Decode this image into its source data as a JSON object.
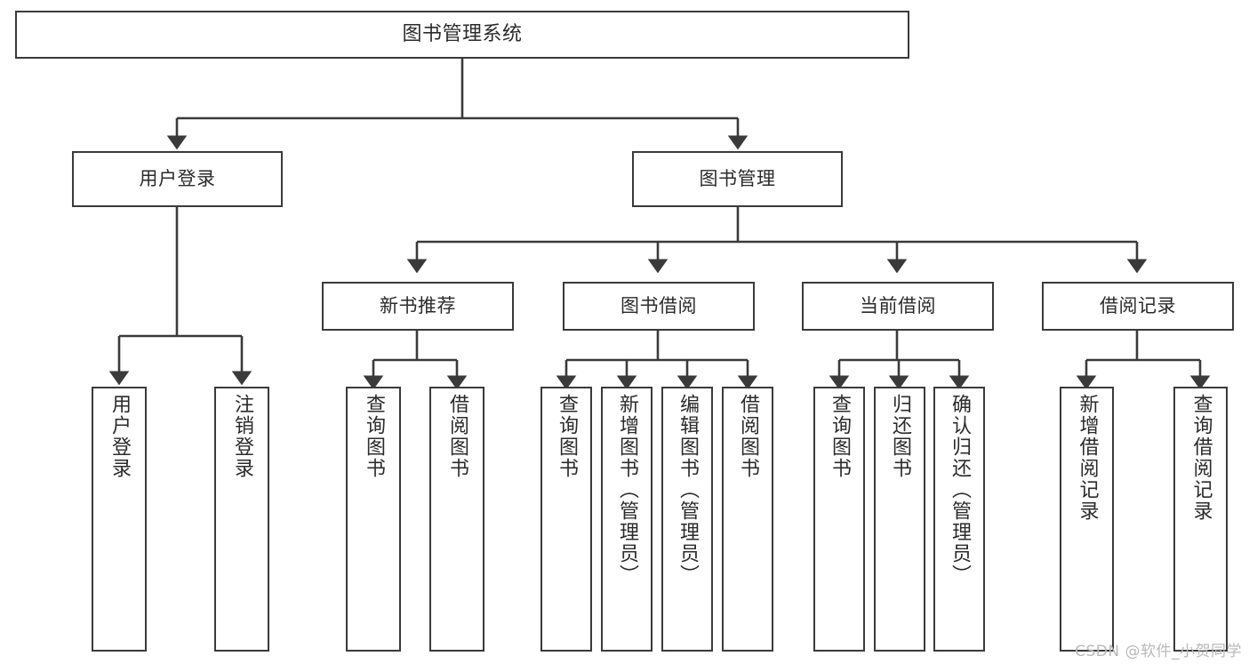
{
  "diagram": {
    "title": "图书管理系统",
    "type": "hierarchy-tree",
    "background_color": "#ffffff",
    "line_color": "#3a3a3a",
    "text_color": "#2b2b2b",
    "root": {
      "label": "图书管理系统"
    },
    "level2": [
      {
        "label": "用户登录"
      },
      {
        "label": "图书管理"
      }
    ],
    "level3": [
      {
        "label": "新书推荐"
      },
      {
        "label": "图书借阅"
      },
      {
        "label": "当前借阅"
      },
      {
        "label": "借阅记录"
      }
    ],
    "leaves": {
      "user_login": [
        {
          "label": "用户登录"
        },
        {
          "label": "注销登录"
        }
      ],
      "new_book_recommend": [
        {
          "label": "查询图书"
        },
        {
          "label": "借阅图书"
        }
      ],
      "book_borrow": [
        {
          "label": "查询图书"
        },
        {
          "label": "新增图书（管理员）"
        },
        {
          "label": "编辑图书（管理员）"
        },
        {
          "label": "借阅图书"
        }
      ],
      "current_borrow": [
        {
          "label": "查询图书"
        },
        {
          "label": "归还图书"
        },
        {
          "label": "确认归还（管理员）"
        }
      ],
      "borrow_record": [
        {
          "label": "新增借阅记录"
        },
        {
          "label": "查询借阅记录"
        }
      ]
    }
  },
  "watermark": {
    "text": "CSDN @软件_小贺同学"
  }
}
